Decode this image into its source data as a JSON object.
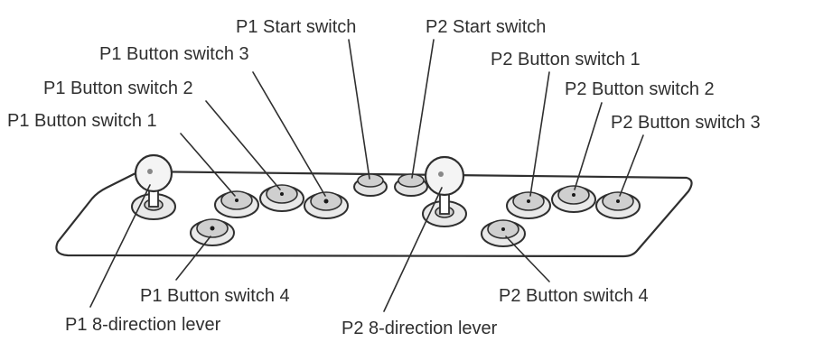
{
  "labels": {
    "p1_start": "P1 Start switch",
    "p2_start": "P2 Start switch",
    "p1_button_3": "P1 Button switch 3",
    "p1_button_2": "P1 Button switch 2",
    "p1_button_1": "P1 Button switch 1",
    "p2_button_1": "P2 Button switch 1",
    "p2_button_2": "P2 Button switch 2",
    "p2_button_3": "P2 Button switch 3",
    "p1_button_4": "P1 Button switch 4",
    "p2_button_4": "P2 Button switch 4",
    "p1_lever": "P1 8-direction lever",
    "p2_lever": "P2 8-direction lever"
  }
}
